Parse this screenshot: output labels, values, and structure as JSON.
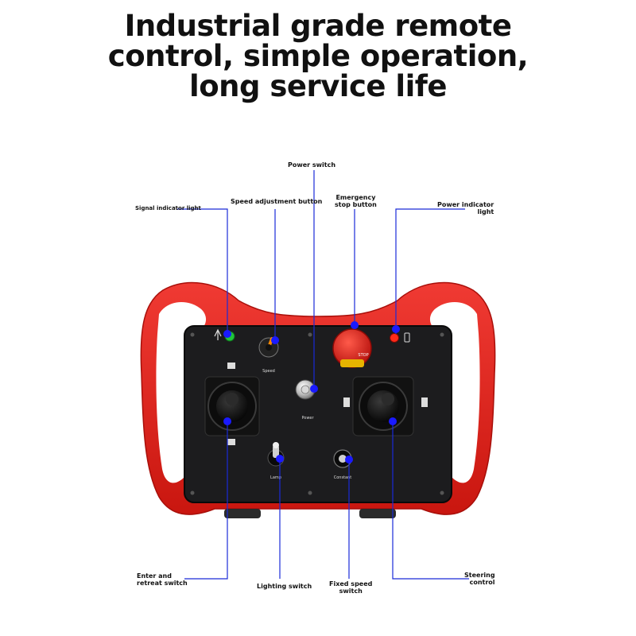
{
  "headline": {
    "line1": "Industrial grade remote",
    "line2": "control, simple operation,",
    "line3": "long service life"
  },
  "callouts": {
    "power_switch": "Power switch",
    "speed_adjustment": "Speed adjustment button",
    "emergency_line1": "Emergency",
    "emergency_line2": "stop button",
    "signal_indicator": "Signal indicator light",
    "power_indicator_line1": "Power indicator",
    "power_indicator_line2": "light",
    "enter_retreat_line1": "Enter and",
    "enter_retreat_line2": "retreat switch",
    "lighting_switch": "Lighting switch",
    "fixed_speed_line1": "Fixed speed",
    "fixed_speed_line2": "switch",
    "steering_line1": "Steering",
    "steering_line2": "control"
  },
  "panel_labels": {
    "speed": "Speed",
    "power": "Power",
    "lamp": "Lamp",
    "constant": "Constant",
    "estop": "STOP"
  },
  "colors": {
    "housing_red": "#e0231f",
    "panel_black": "#1c1c1e",
    "callout_blue": "#1a2bd8",
    "dot_blue": "#1a1aff"
  }
}
